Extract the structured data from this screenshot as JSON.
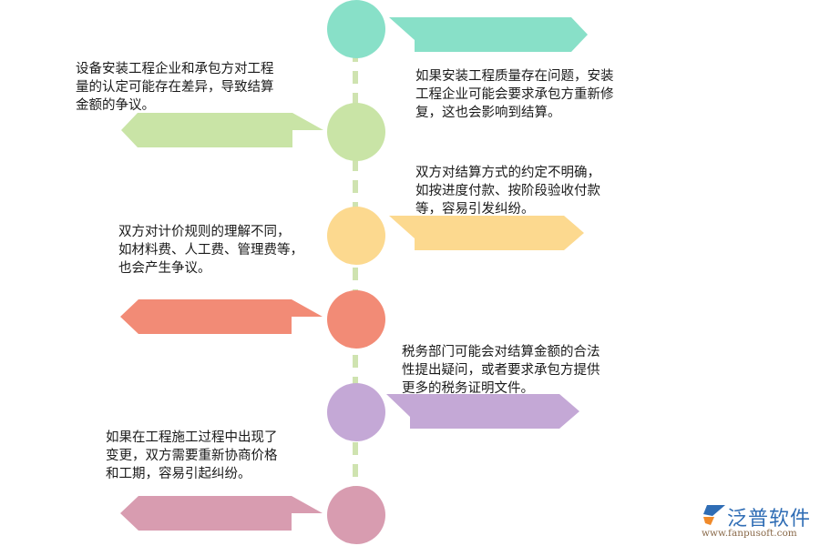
{
  "diagram": {
    "type": "timeline",
    "spine_color": "#cfe3b0",
    "items": [
      {
        "side": "right",
        "color": "#88e0c8",
        "text": "如果安装工程质量存在问题，安装工程企业可能会要求承包方重新修复，这也会影响到结算。",
        "lines": [
          "如果安装工程质量存在问题，安装",
          "工程企业可能会要求承包方重新修",
          "复，这也会影响到结算。"
        ]
      },
      {
        "side": "left",
        "color": "#c9e4a6",
        "text": "设备安装工程企业和承包方对工程量的认定可能存在差异，导致结算金额的争议。",
        "lines": [
          "设备安装工程企业和承包方对工程",
          "量的认定可能存在差异，导致结算",
          "金额的争议。"
        ]
      },
      {
        "side": "right",
        "color": "#fcd98f",
        "text": "双方对结算方式的约定不明确，如按进度付款、按阶段验收付款等，容易引发纠纷。",
        "lines": [
          "双方对结算方式的约定不明确，",
          "如按进度付款、按阶段验收付款",
          "等，容易引发纠纷。"
        ]
      },
      {
        "side": "left",
        "color": "#f28b76",
        "text": "双方对计价规则的理解不同，如材料费、人工费、管理费等，也会产生争议。",
        "lines": [
          "双方对计价规则的理解不同，",
          "如材料费、人工费、管理费等，",
          "也会产生争议。"
        ]
      },
      {
        "side": "right",
        "color": "#c4a8d6",
        "text": "税务部门可能会对结算金额的合法性提出疑问，或者要求承包方提供更多的税务证明文件。",
        "lines": [
          "税务部门可能会对结算金额的合法",
          "性提出疑问，或者要求承包方提供",
          "更多的税务证明文件。"
        ]
      },
      {
        "side": "left",
        "color": "#d89cb0",
        "text": "如果在工程施工过程中出现了变更，双方需要重新协商价格和工期，容易引起纠纷。",
        "lines": [
          "如果在工程施工过程中出现了",
          "变更，双方需要重新协商价格",
          "和工期，容易引起纠纷。"
        ]
      }
    ]
  },
  "logo": {
    "name": "泛普软件",
    "url": "www.fanpusoft.com",
    "icon": "fanpu-logo-icon"
  }
}
